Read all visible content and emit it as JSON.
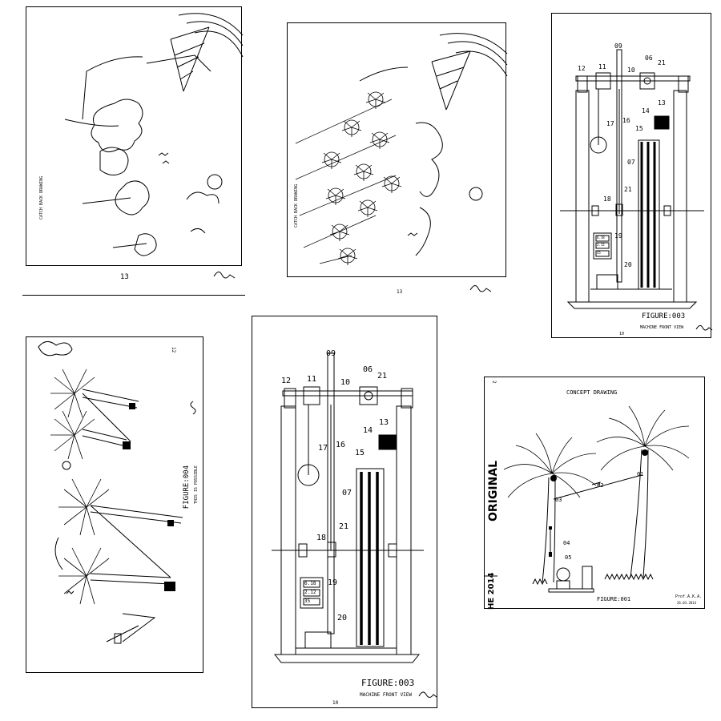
{
  "sheet1": {
    "page_no": "13"
  },
  "sheet2": {
    "page_no": "13"
  },
  "sheet3": {
    "labels": [
      "12",
      "11",
      "09",
      "10",
      "06",
      "21",
      "17",
      "16",
      "14",
      "13",
      "15",
      "07",
      "18",
      "21",
      "19",
      "20"
    ],
    "display": [
      "6.18",
      "2.12",
      "35"
    ],
    "figure": "FIGURE:003",
    "subtitle": "MACHINE FRONT VIEW",
    "page_no": "10"
  },
  "sheet4": {
    "figure": "FIGURE:004",
    "subtitle": "THIS IS POSSIBLE",
    "page_no": "12"
  },
  "sheet5": {
    "labels": [
      "12",
      "11",
      "09",
      "10",
      "06",
      "21",
      "17",
      "16",
      "14",
      "13",
      "15",
      "07",
      "18",
      "21",
      "19",
      "20"
    ],
    "display": [
      "6.18",
      "2.12",
      "35"
    ],
    "figure": "FIGURE:003",
    "subtitle": "MACHINE FRONT VIEW",
    "page_no": "10"
  },
  "sheet6": {
    "title": "CONCEPT DRAWING",
    "labels": [
      "01",
      "02",
      "03",
      "04",
      "05"
    ],
    "figure": "FIGURE:001",
    "stamp": "ORIGINAL",
    "stamp_year": "HE 2014",
    "page_no": "2",
    "signature": "Prof.A.K.A.",
    "date": "26.03.2014"
  }
}
